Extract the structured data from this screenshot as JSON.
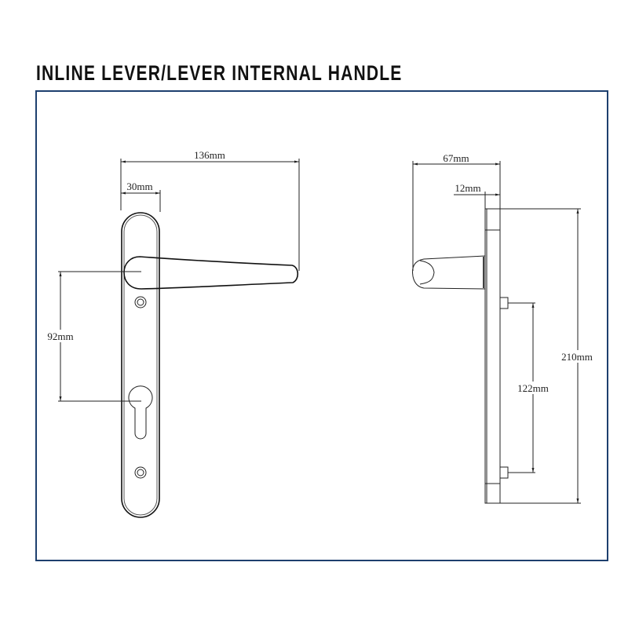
{
  "title": "INLINE LEVER/LEVER INTERNAL HANDLE",
  "colors": {
    "frame_border": "#1d3f6e",
    "line": "#222222",
    "background": "#ffffff"
  },
  "front_view": {
    "dimensions": {
      "overall_projection": "136mm",
      "plate_width": "30mm",
      "lever_to_cylinder_centres": "92mm"
    }
  },
  "side_view": {
    "dimensions": {
      "overall_depth": "67mm",
      "plate_thickness": "12mm",
      "plate_height": "210mm",
      "fixing_centres": "122mm"
    }
  }
}
